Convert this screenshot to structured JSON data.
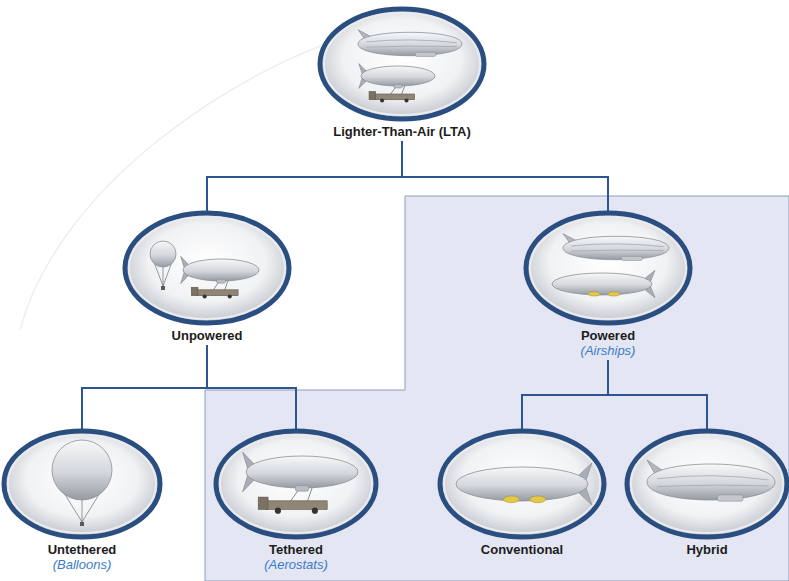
{
  "diagram": {
    "nodes": [
      {
        "text": [
          "Lighter-Than-Air (LTA)"
        ]
      },
      {
        "text": [
          "Unpowered"
        ]
      },
      {
        "text": [
          "Powered",
          "(Airships)"
        ]
      },
      {
        "text": [
          "Untethered",
          "(Balloons)"
        ]
      },
      {
        "text": [
          "Tethered",
          "(Aerostats)"
        ]
      },
      {
        "text": [
          "Conventional"
        ]
      },
      {
        "text": [
          "Hybrid"
        ]
      }
    ],
    "edges": [
      {
        "from": 0,
        "to": 1,
        "arrow": "none"
      },
      {
        "from": 0,
        "to": 2,
        "arrow": "none"
      },
      {
        "from": 1,
        "to": 3,
        "arrow": "none"
      },
      {
        "from": 1,
        "to": 4,
        "arrow": "none"
      },
      {
        "from": 2,
        "to": 5,
        "arrow": "none"
      },
      {
        "from": 2,
        "to": 6,
        "arrow": "none"
      }
    ]
  }
}
